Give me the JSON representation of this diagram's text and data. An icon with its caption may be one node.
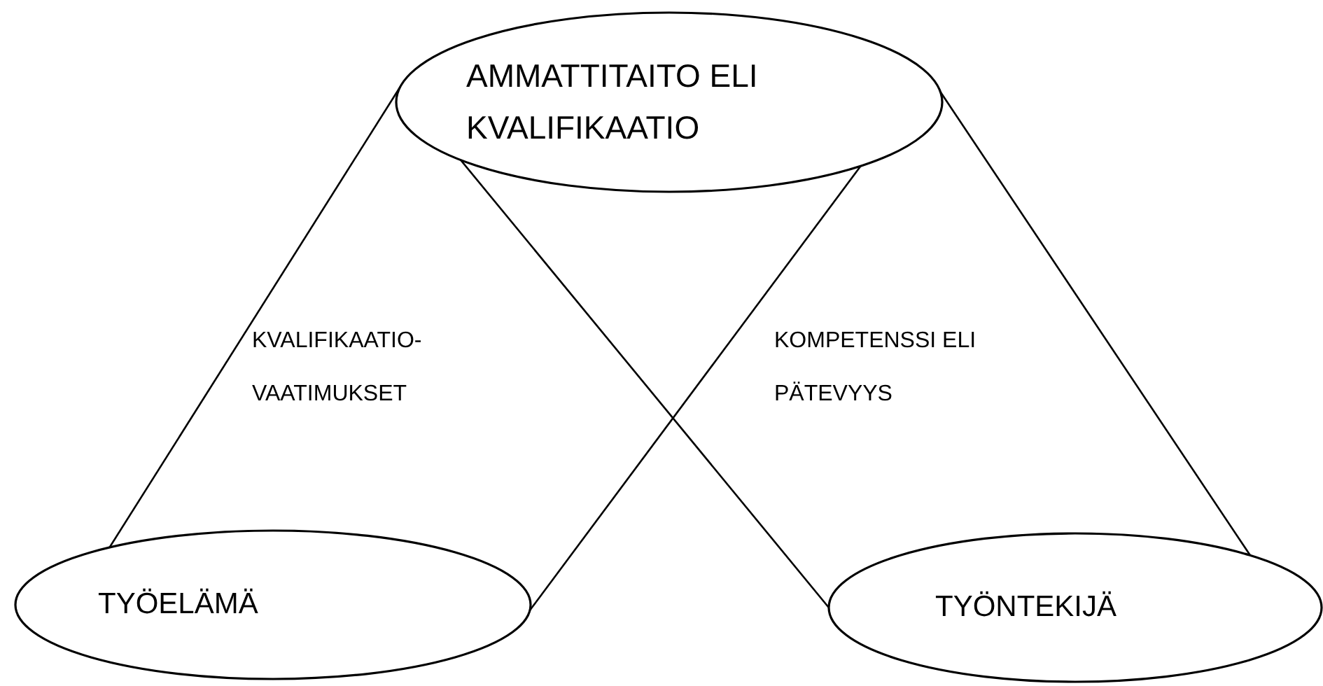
{
  "diagram": {
    "nodes": [
      {
        "text": [
          "AMMATTITAITO ELI KVALIFIKAATIO"
        ]
      },
      {
        "text": [
          "TYÖELÄMÄ"
        ]
      },
      {
        "text": [
          "TYÖNTEKIJÄ"
        ]
      }
    ],
    "edges": [
      {
        "from": 0,
        "to": 1,
        "arrow": "none"
      },
      {
        "from": 0,
        "to": 2,
        "arrow": "none"
      },
      {
        "from": 0,
        "to": 1,
        "arrow": "none"
      },
      {
        "from": 0,
        "to": 2,
        "arrow": "none"
      }
    ],
    "labels": [
      "KVALIFIKAATIO- VAATIMUKSET",
      "KOMPETENSSI ELI PÄTEVYYS"
    ]
  }
}
